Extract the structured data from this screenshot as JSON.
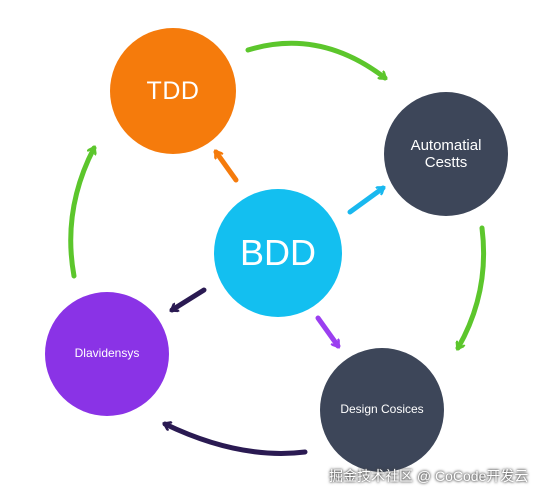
{
  "nodes": {
    "tdd": "TDD",
    "bdd": "BDD",
    "automation_tests": "Automatial Cestts",
    "dlavidensys": "Dlavidensys",
    "design_cosices": "Design Cosices"
  },
  "colors": {
    "tdd": "#f57b0c",
    "bdd": "#13bff0",
    "dark_node": "#3d4659",
    "purple_node": "#8a33e6",
    "green_arrow": "#5cc62c",
    "navy_arrow": "#2a1a52",
    "cyan_arrow": "#19b8ef",
    "orange_arrow": "#f57b0c",
    "purple_arrow": "#9b3ff0"
  },
  "watermark": "掘金技术社区 @ CoCode开发云"
}
